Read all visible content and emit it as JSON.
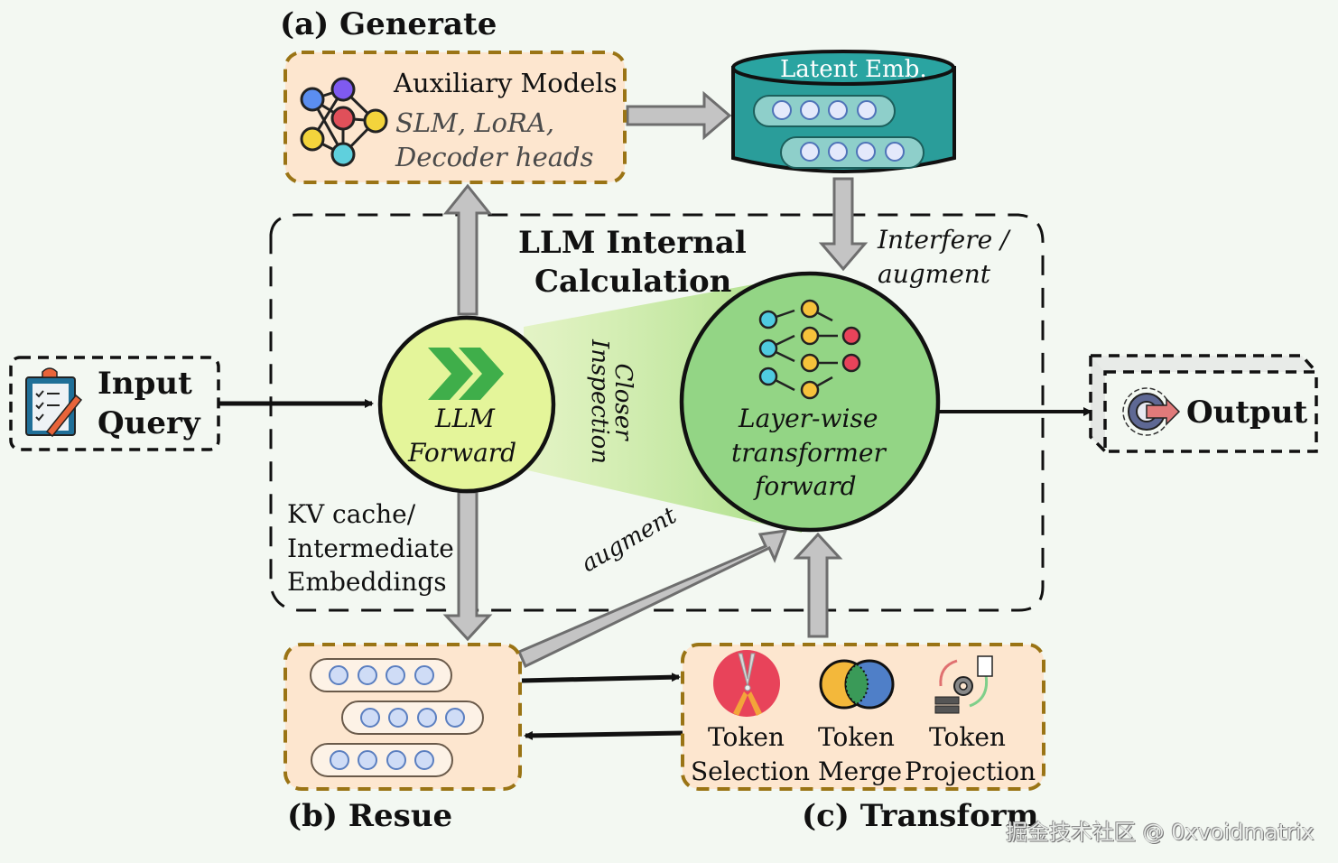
{
  "title": "LLM Internal Calculation",
  "sections": {
    "generate": {
      "label": "(a) Generate",
      "box_title": "Auxiliary Models",
      "box_subtitle_1": "SLM, LoRA,",
      "box_subtitle_2": "Decoder heads"
    },
    "reuse": {
      "label": "(b) Resue"
    },
    "transform": {
      "label": "(c) Transform",
      "items": [
        {
          "line1": "Token",
          "line2": "Selection",
          "icon": "scissors-icon"
        },
        {
          "line1": "Token",
          "line2": "Merge",
          "icon": "venn-merge-icon"
        },
        {
          "line1": "Token",
          "line2": "Projection",
          "icon": "projection-gear-icon"
        }
      ]
    }
  },
  "latent": {
    "label": "Latent Emb."
  },
  "input": {
    "line1": "Input",
    "line2": "Query"
  },
  "output": {
    "label": "Output"
  },
  "internal": {
    "title_line1": "LLM Internal",
    "title_line2": "Calculation",
    "llm_forward_line1": "LLM",
    "llm_forward_line2": "Forward",
    "closer_line1": "Closer",
    "closer_line2": "Inspection",
    "layerwise_line1": "Layer-wise",
    "layerwise_line2": "transformer",
    "layerwise_line3": "forward",
    "interfere_line1": "Interfere /",
    "interfere_line2": "augment",
    "kv_line1": "KV cache/",
    "kv_line2": "Intermediate",
    "kv_line3": "Embeddings",
    "augment_label": "augment"
  },
  "colors": {
    "background": "#f3f8f2",
    "peach_box": "#fde6cf",
    "box_border": "#9a7415",
    "teal": "#2a9d9a",
    "llm_circle": "#e4f59a",
    "layer_circle": "#93d585",
    "arrow_gray": "#bdbdbd"
  },
  "watermark": "掘金技术社区 @ 0xvoidmatrix"
}
